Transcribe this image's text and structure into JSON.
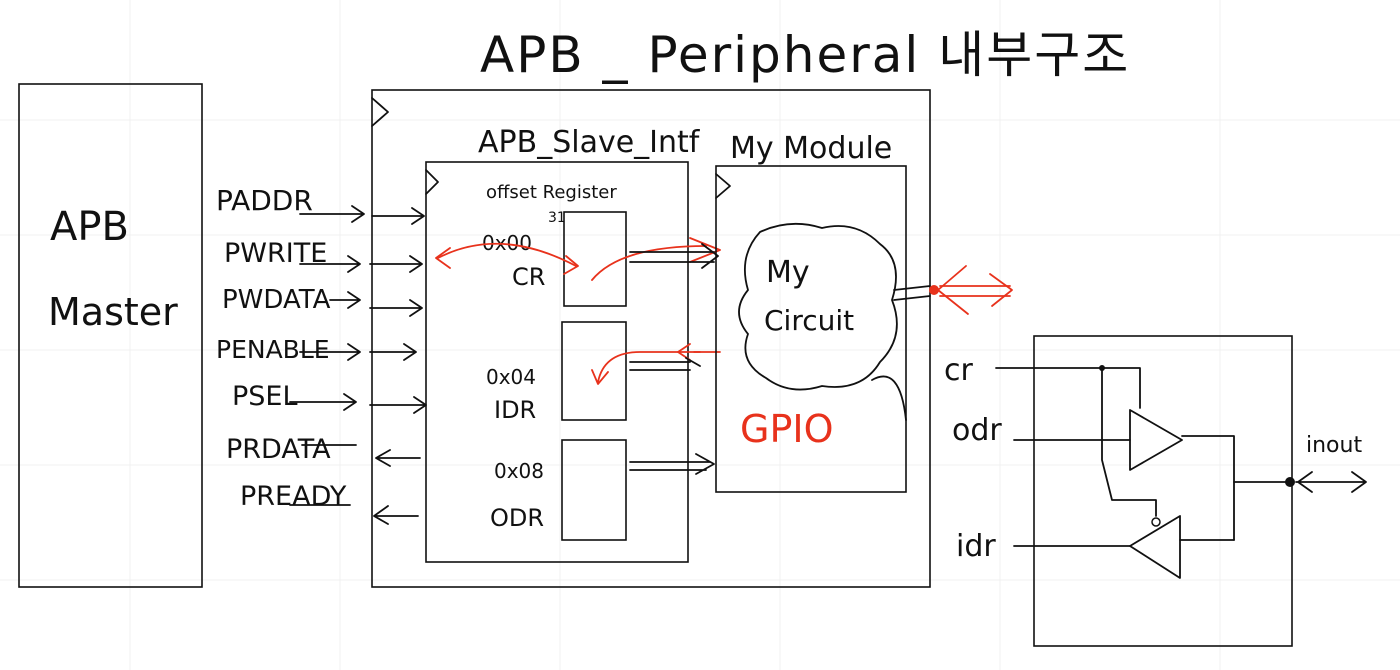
{
  "title": "APB _ Peripheral 내부구조",
  "apb_master": {
    "label_line1": "APB",
    "label_line2": "Master"
  },
  "signals": [
    {
      "name": "PADDR",
      "direction": "in"
    },
    {
      "name": "PWRITE",
      "direction": "in"
    },
    {
      "name": "PWDATA",
      "direction": "in"
    },
    {
      "name": "PENABLE",
      "direction": "in"
    },
    {
      "name": "PSEL",
      "direction": "in"
    },
    {
      "name": "PRDATA",
      "direction": "out"
    },
    {
      "name": "PREADY",
      "direction": "out"
    }
  ],
  "slave_intf": {
    "label": "APB_Slave_Intf",
    "header": "offset Register",
    "bit_label": "31",
    "registers": [
      {
        "offset": "0x00",
        "name": "CR"
      },
      {
        "offset": "0x04",
        "name": "IDR"
      },
      {
        "offset": "0x08",
        "name": "ODR"
      }
    ]
  },
  "my_module": {
    "label": "My Module",
    "circuit_line1": "My",
    "circuit_line2": "Circuit",
    "gpio_label": "GPIO"
  },
  "gpio_detail": {
    "inputs": [
      "cr",
      "odr",
      "idr"
    ],
    "output": "inout"
  },
  "colors": {
    "ink": "#111111",
    "accent": "#e8321c"
  }
}
